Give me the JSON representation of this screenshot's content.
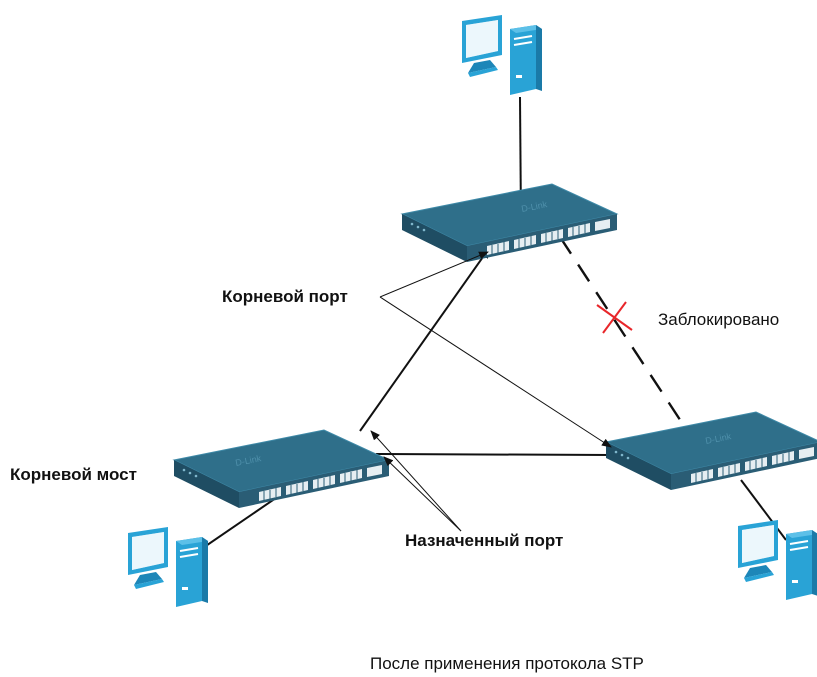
{
  "labels": {
    "root_port": "Корневой порт",
    "blocked": "Заблокировано",
    "root_bridge": "Корневой мост",
    "designated_port": "Назначенный порт",
    "caption": "После применения протокола STP"
  },
  "devices": {
    "switch_logo": "D-Link",
    "switch_icon": "network-switch-icon",
    "pc_icon": "desktop-computer-icon"
  },
  "colors": {
    "switch_top": "#2f6f8a",
    "switch_front": "#1f4d63",
    "pc_blue": "#29a3d6",
    "blocked_mark": "#e8262a",
    "line": "#111111"
  }
}
